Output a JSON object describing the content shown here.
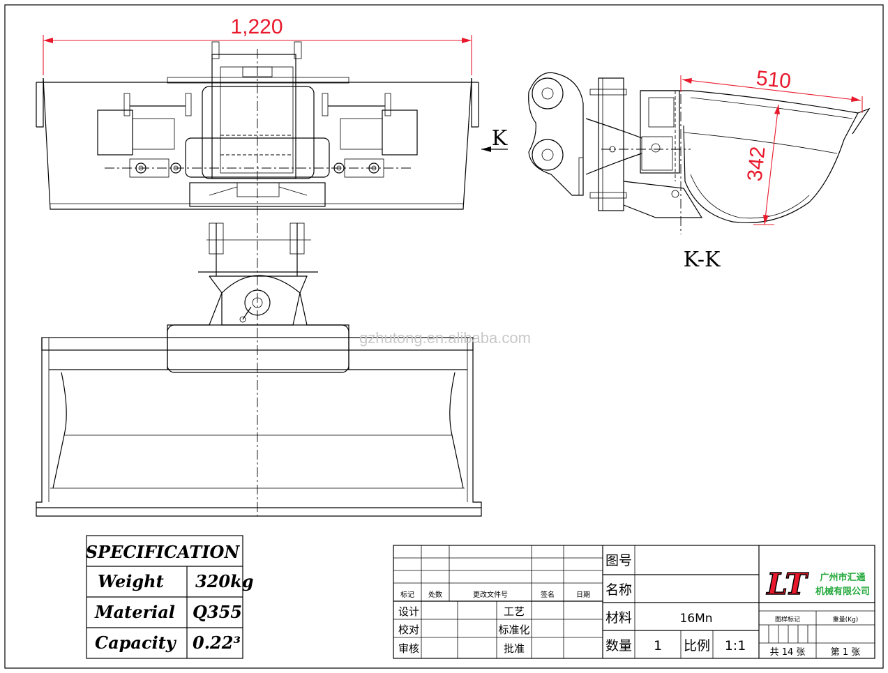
{
  "dimensions": {
    "width_front": "1,220",
    "side_length": "510",
    "side_height": "342"
  },
  "views": {
    "side_label": "K",
    "section_label": "K-K"
  },
  "watermark": "gzhutong.en.alibaba.com",
  "specification": {
    "title": "SPECIFICATION",
    "rows": [
      {
        "label": "Weight",
        "value": "320kg"
      },
      {
        "label": "Material",
        "value": "Q355"
      },
      {
        "label": "Capacity",
        "value": "0.22³"
      }
    ]
  },
  "title_block": {
    "revision_headers": [
      "标记",
      "处数",
      "更改文件号",
      "签名",
      "日期"
    ],
    "roles_left": [
      "设计",
      "校对",
      "审核"
    ],
    "roles_mid": [
      "工艺",
      "标准化",
      "批准"
    ],
    "drawing_no_label": "图号",
    "name_label": "名称",
    "material_label": "材料",
    "material_value": "16Mn",
    "quantity_label": "数量",
    "quantity_value": "1",
    "scale_label": "比例",
    "scale_value": "1:1",
    "logo_text": "LT",
    "company_line1": "广州市汇通",
    "company_line2": "机械有限公司",
    "stage_label": "图样标记",
    "weight_label": "重量(Kg)",
    "total_sheets": "共 14 张",
    "sheet_no": "第 1 张"
  },
  "colors": {
    "dimension": "#e8192c",
    "company": "#22a83a",
    "logo": "#e8192c"
  }
}
